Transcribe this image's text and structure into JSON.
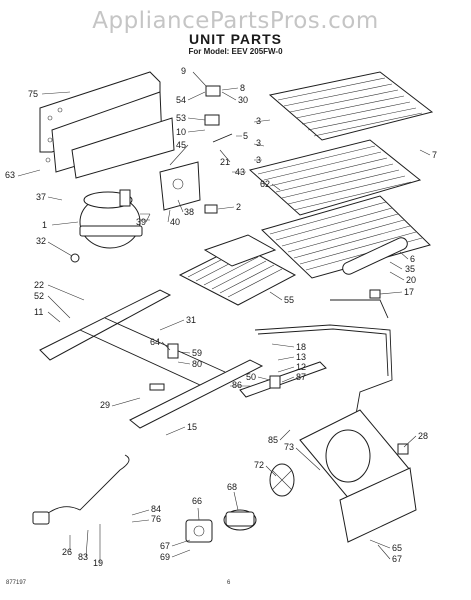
{
  "watermark": "AppliancePartsPros.com",
  "title": "UNIT PARTS",
  "model_line": "For Model: EEV 205FW-0",
  "footer_code": "877197",
  "page_number": "6",
  "colors": {
    "ink": "#1e1e1e",
    "watermark": "#969696",
    "background": "#ffffff"
  },
  "callouts": {
    "c75": "75",
    "c9": "9",
    "c8": "8",
    "c54": "54",
    "c30": "30",
    "c3a": "3",
    "c3b": "3",
    "c53": "53",
    "c10": "10",
    "c5": "5",
    "c45": "45",
    "c21": "21",
    "c43": "43",
    "c63": "63",
    "c7": "7",
    "c62": "62",
    "c3c": "3",
    "c37": "37",
    "c2": "2",
    "c1": "1",
    "c39": "39",
    "c38": "38",
    "c40": "40",
    "c32": "32",
    "c6": "6",
    "c35": "35",
    "c20": "20",
    "c22": "22",
    "c52": "52",
    "c17": "17",
    "c11": "11",
    "c55": "55",
    "c31": "31",
    "c18": "18",
    "c64": "64",
    "c59": "59",
    "c80": "80",
    "c13": "13",
    "c12": "12",
    "c50": "50",
    "c87": "87",
    "c86": "86",
    "c29": "29",
    "c85": "85",
    "c73": "73",
    "c28": "28",
    "c15": "15",
    "c72": "72",
    "c66": "66",
    "c68": "68",
    "c84": "84",
    "c76": "76",
    "c26": "26",
    "c83": "83",
    "c19": "19",
    "c67a": "67",
    "c69": "69",
    "c65": "65",
    "c67b": "67"
  }
}
